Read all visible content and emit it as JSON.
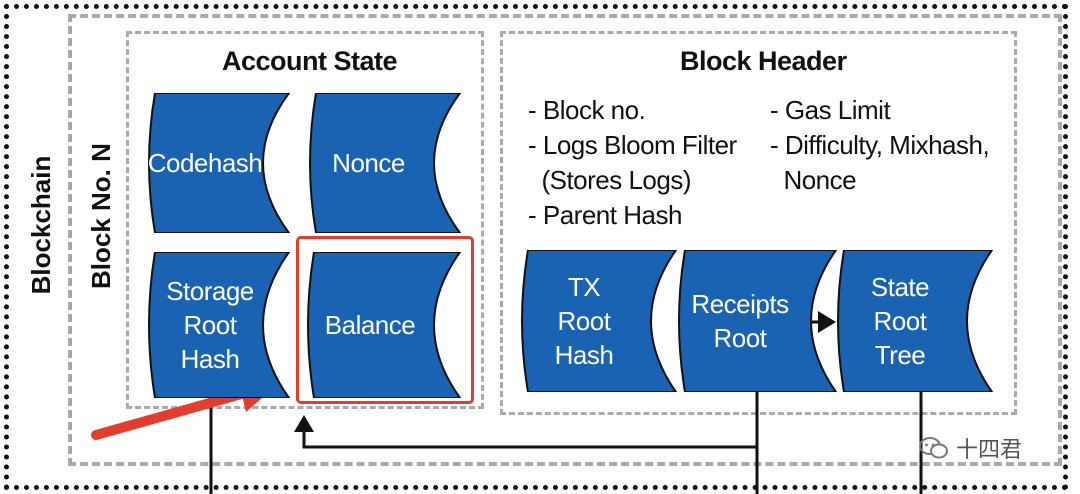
{
  "labels": {
    "blockchain": "Blockchain",
    "block_no": "Block No. N",
    "account_state": "Account State",
    "block_header": "Block Header"
  },
  "account_state_items": [
    {
      "label": "Codehash"
    },
    {
      "label": "Nonce"
    },
    {
      "label": "Storage\nRoot\nHash"
    },
    {
      "label": "Balance"
    }
  ],
  "header_fields_left": [
    "- Block no.",
    "- Logs Bloom Filter",
    "  (Stores Logs)",
    "- Parent Hash"
  ],
  "header_fields_right": [
    "- Gas Limit",
    "- Difficulty, Mixhash,",
    "  Nonce"
  ],
  "header_roots": [
    {
      "label": "TX\nRoot\nHash"
    },
    {
      "label": "Receipts\nRoot"
    },
    {
      "label": "State\nRoot\nTree"
    }
  ],
  "watermark": "十四君",
  "colors": {
    "shape_fill": "#1a63b2",
    "shape_stroke": "#111111",
    "highlight": "#e53b2c",
    "dashed_border": "#aaaaaa"
  }
}
